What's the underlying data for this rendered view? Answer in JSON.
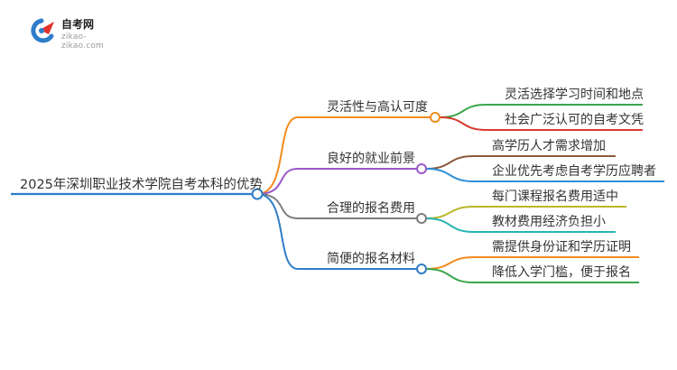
{
  "logo": {
    "title": "自考网",
    "url": "zikao-zikao.com"
  },
  "mindmap": {
    "root": {
      "text": "2025年深圳职业技术学院自考本科的优势"
    },
    "branches": [
      {
        "text": "灵活性与高认可度",
        "color": "#f28a1e",
        "children": [
          {
            "text": "灵活选择学习时间和地点",
            "color": "#3aa54a"
          },
          {
            "text": "社会广泛认可的自考文凭",
            "color": "#d83a2e"
          }
        ]
      },
      {
        "text": "良好的就业前景",
        "color": "#9b59c7",
        "children": [
          {
            "text": "高学历人才需求增加",
            "color": "#8b5a3c"
          },
          {
            "text": "企业优先考虑自考学历应聘者",
            "color": "#2f8fd8"
          }
        ]
      },
      {
        "text": "合理的报名费用",
        "color": "#7d7d7d",
        "children": [
          {
            "text": "每门课程报名费用适中",
            "color": "#b8b82c"
          },
          {
            "text": "教材费用经济负担小",
            "color": "#27b5b0"
          }
        ]
      },
      {
        "text": "简便的报名材料",
        "color": "#2f7dc8",
        "children": [
          {
            "text": "需提供身份证和学历证明",
            "color": "#f28a1e"
          },
          {
            "text": "降低入学门槛，便于报名",
            "color": "#3aa54a"
          }
        ]
      }
    ]
  }
}
